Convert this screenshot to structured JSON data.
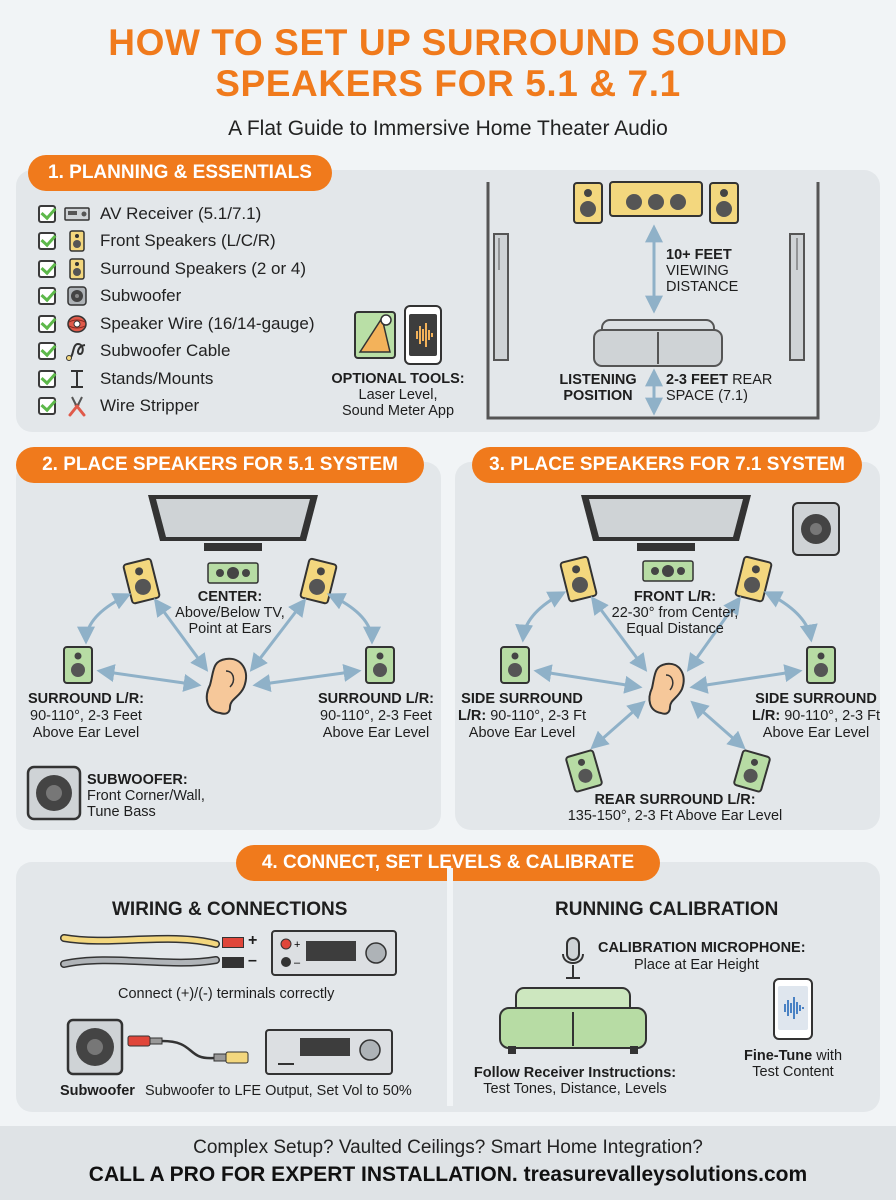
{
  "header": {
    "title_line1": "HOW TO SET UP SURROUND SOUND",
    "title_line2": "SPEAKERS FOR 5.1 & 7.1",
    "subtitle": "A Flat Guide to Immersive Home Theater Audio"
  },
  "colors": {
    "accent": "#f07a1c",
    "panel": "#e3e7ea",
    "speaker_yellow": "#f3d77e",
    "speaker_green": "#b7dca4",
    "check": "#5db84a"
  },
  "section1": {
    "label": "1. PLANNING & ESSENTIALS",
    "checklist": [
      {
        "label": "AV Receiver (5.1/7.1)",
        "icon": "receiver-icon"
      },
      {
        "label": "Front Speakers (L/C/R)",
        "icon": "front-speaker-icon"
      },
      {
        "label": "Surround Speakers (2 or 4)",
        "icon": "surround-speaker-icon"
      },
      {
        "label": "Subwoofer",
        "icon": "subwoofer-icon"
      },
      {
        "label": "Speaker Wire (16/14-gauge)",
        "icon": "wire-spool-icon"
      },
      {
        "label": "Subwoofer Cable",
        "icon": "cable-icon"
      },
      {
        "label": "Stands/Mounts",
        "icon": "stand-icon"
      },
      {
        "label": "Wire Stripper",
        "icon": "wire-stripper-icon"
      }
    ],
    "optional_title": "OPTIONAL TOOLS:",
    "optional_line1": "Laser Level,",
    "optional_line2": "Sound Meter App",
    "room": {
      "distance_bold": "10+ FEET",
      "distance_line2": "VIEWING",
      "distance_line3": "DISTANCE",
      "listening_line1": "LISTENING",
      "listening_line2": "POSITION",
      "rear_bold": "2-3 FEET",
      "rear_rest": " REAR",
      "rear_line2": "SPACE (7.1)"
    }
  },
  "section2": {
    "label": "2. PLACE SPEAKERS FOR 5.1 SYSTEM",
    "center_title": "CENTER:",
    "center_line1": "Above/Below TV,",
    "center_line2": "Point at Ears",
    "surround_title": "SURROUND L/R:",
    "surround_line1": "90-110°, 2-3 Feet",
    "surround_line2": "Above Ear Level",
    "sub_title": "SUBWOOFER:",
    "sub_line1": "Front Corner/Wall,",
    "sub_line2": "Tune Bass"
  },
  "section3": {
    "label": "3. PLACE SPEAKERS FOR 7.1 SYSTEM",
    "front_title": "FRONT L/R:",
    "front_line1": "22-30° from Center,",
    "front_line2": "Equal Distance",
    "side_left_line1": "SIDE SURROUND",
    "side_left_bold2": "L/R:",
    "side_left_rest2": " 90-110°, 2-3 Ft",
    "side_left_line3": "Above Ear Level",
    "side_right_line1": "SIDE SURROUND",
    "side_right_bold2": "L/R:",
    "side_right_rest2": " 90-110°, 2-3 Ft",
    "side_right_line3": "Above Ear Level",
    "rear_title": "REAR SURROUND L/R:",
    "rear_line1": "135-150°, 2-3 Ft Above Ear Level"
  },
  "section4": {
    "label": "4. CONNECT, SET LEVELS & CALIBRATE",
    "wiring_title": "WIRING & CONNECTIONS",
    "plus": "+",
    "minus": "–",
    "terminals_caption": "Connect (+)/(-) terminals correctly",
    "sub_label": "Subwoofer",
    "sub_caption": "Subwoofer to LFE Output, Set Vol to 50%",
    "calib_title": "RUNNING CALIBRATION",
    "mic_title": "CALIBRATION MICROPHONE:",
    "mic_line": "Place at Ear Height",
    "follow_title": "Follow Receiver Instructions:",
    "follow_line": "Test Tones, Distance, Levels",
    "fine_bold": "Fine-Tune",
    "fine_rest": " with",
    "fine_line2": "Test Content"
  },
  "footer": {
    "line1": "Complex Setup? Vaulted Ceilings? Smart Home Integration?",
    "line2": "CALL A PRO FOR EXPERT INSTALLATION. treasurevalleysolutions.com"
  }
}
